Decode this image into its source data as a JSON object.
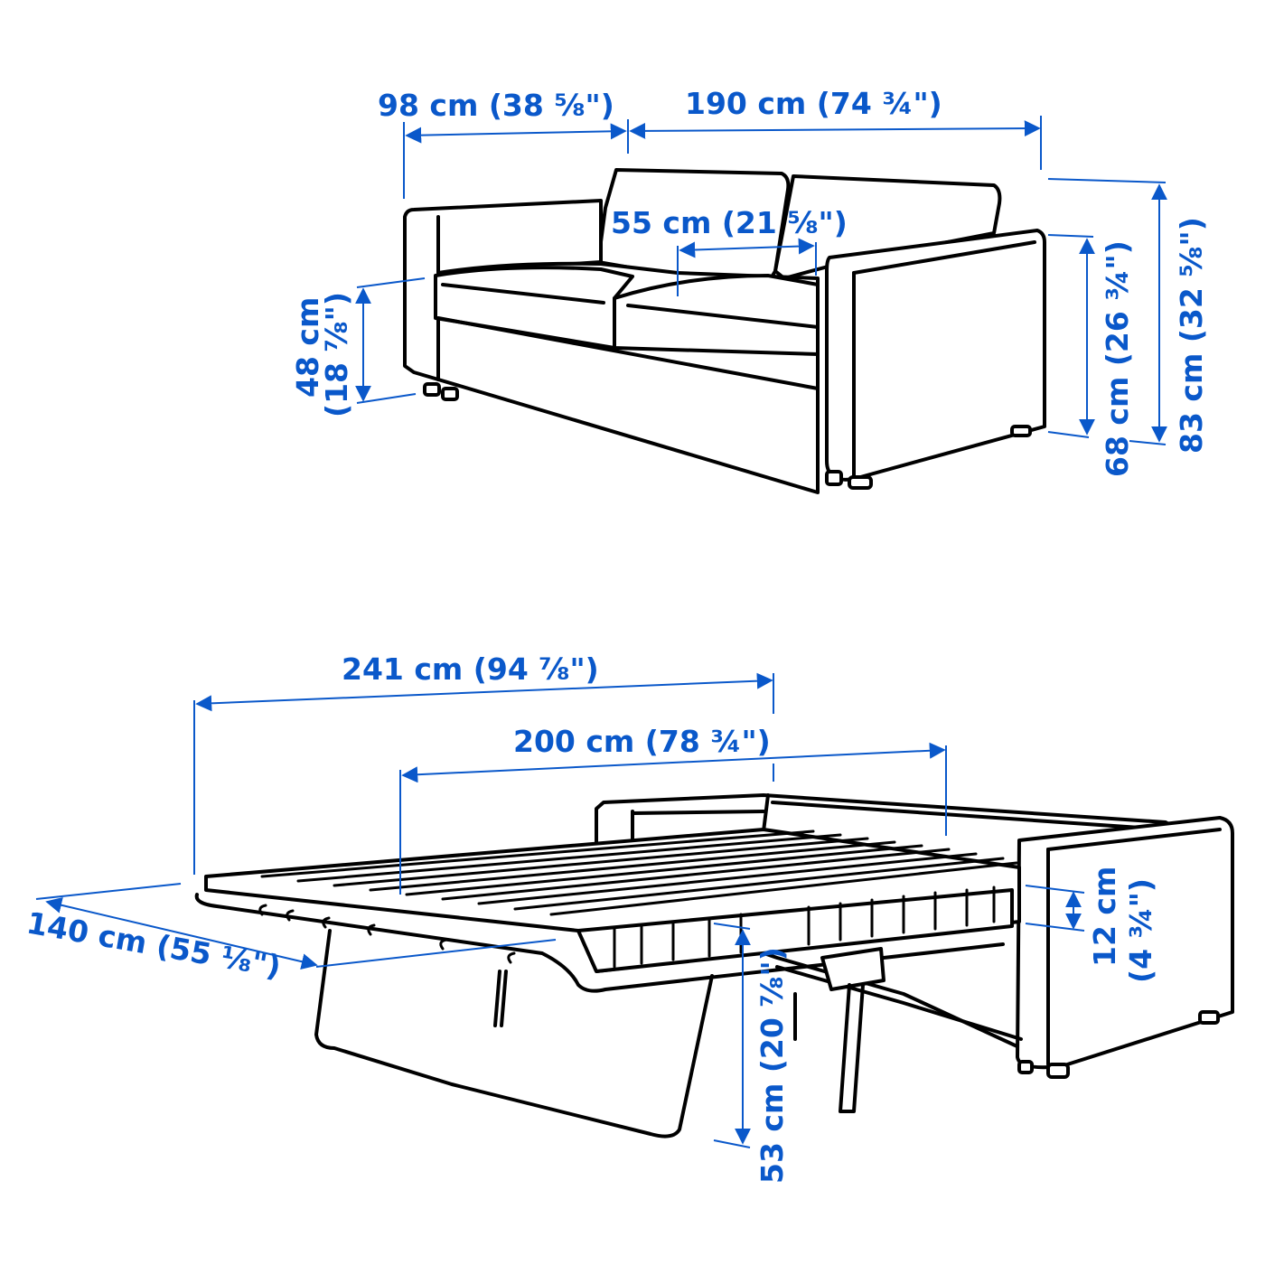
{
  "diagram": {
    "title": "Sofa bed dimensions",
    "accent_color": "#0a58ca",
    "line_color": "#000000",
    "sofa_view": {
      "name": "sofa-closed",
      "dimensions": {
        "depth": "98 cm (38 ⅝\")",
        "width": "190 cm (74 ¾\")",
        "seat_depth": "55 cm (21 ⅝\")",
        "seat_height_cm": "48 cm",
        "seat_height_in": "(18 ⅞\")",
        "armrest_height": "68 cm (26 ¾\")",
        "total_height": "83 cm (32 ⅝\")"
      }
    },
    "bed_view": {
      "name": "sofa-bed-open",
      "dimensions": {
        "total_length": "241 cm (94 ⅞\")",
        "bed_length": "200 cm (78 ¾\")",
        "bed_width": "140 cm (55 ⅛\")",
        "bed_height": "53 cm (20 ⅞\")",
        "mattress_thickness_cm": "12 cm",
        "mattress_thickness_in": "(4 ¾\")"
      }
    }
  }
}
